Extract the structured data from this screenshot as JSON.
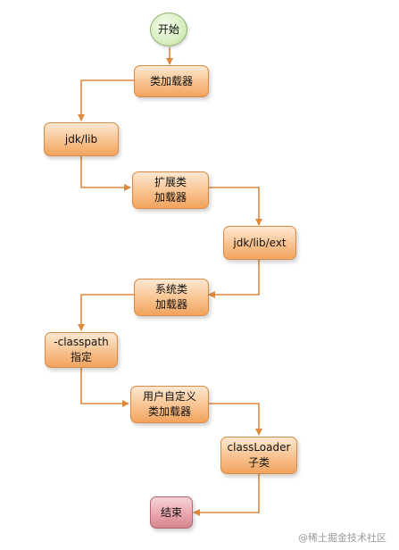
{
  "nodes": {
    "start": {
      "lines": [
        "开始"
      ]
    },
    "classloader": {
      "lines": [
        "类加载器"
      ]
    },
    "jdk_lib": {
      "lines": [
        "jdk/lib"
      ]
    },
    "ext_loader": {
      "lines": [
        "扩展类",
        "加载器"
      ]
    },
    "jdk_lib_ext": {
      "lines": [
        "jdk/lib/ext"
      ]
    },
    "system_loader": {
      "lines": [
        "系统类",
        "加载器"
      ]
    },
    "classpath": {
      "lines": [
        "-classpath",
        "指定"
      ]
    },
    "user_loader": {
      "lines": [
        "用户自定义",
        "类加载器"
      ]
    },
    "classloader_sub": {
      "lines": [
        "classLoader",
        "子类"
      ]
    },
    "end": {
      "lines": [
        "结束"
      ]
    }
  },
  "watermark": "@稀土掘金技术社区",
  "colors": {
    "arrow": "#e0893d",
    "box_border": "#d98a44",
    "start_fill": "#d8eec0",
    "end_fill": "#e7a2aa"
  }
}
